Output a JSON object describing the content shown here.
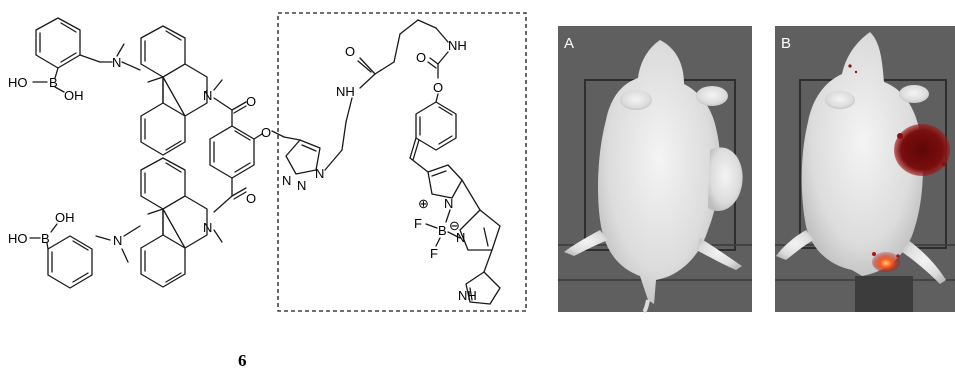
{
  "molecule": {
    "compound_number": "6",
    "atoms": {
      "ho": "HO",
      "oh": "OH",
      "b": "B",
      "n": "N",
      "o": "O",
      "nh": "NH",
      "f": "F",
      "plus": "⊕",
      "minus": "⊖"
    }
  },
  "panels": [
    {
      "label": "A"
    },
    {
      "label": "B"
    }
  ],
  "colors": {
    "ink": "#1a1a1a",
    "panel_bg": "#5a5a5a",
    "mouse_body": "#e6e6e6",
    "signal_dark": "#6b0c0c",
    "signal_hot": "#ff5a1e"
  }
}
